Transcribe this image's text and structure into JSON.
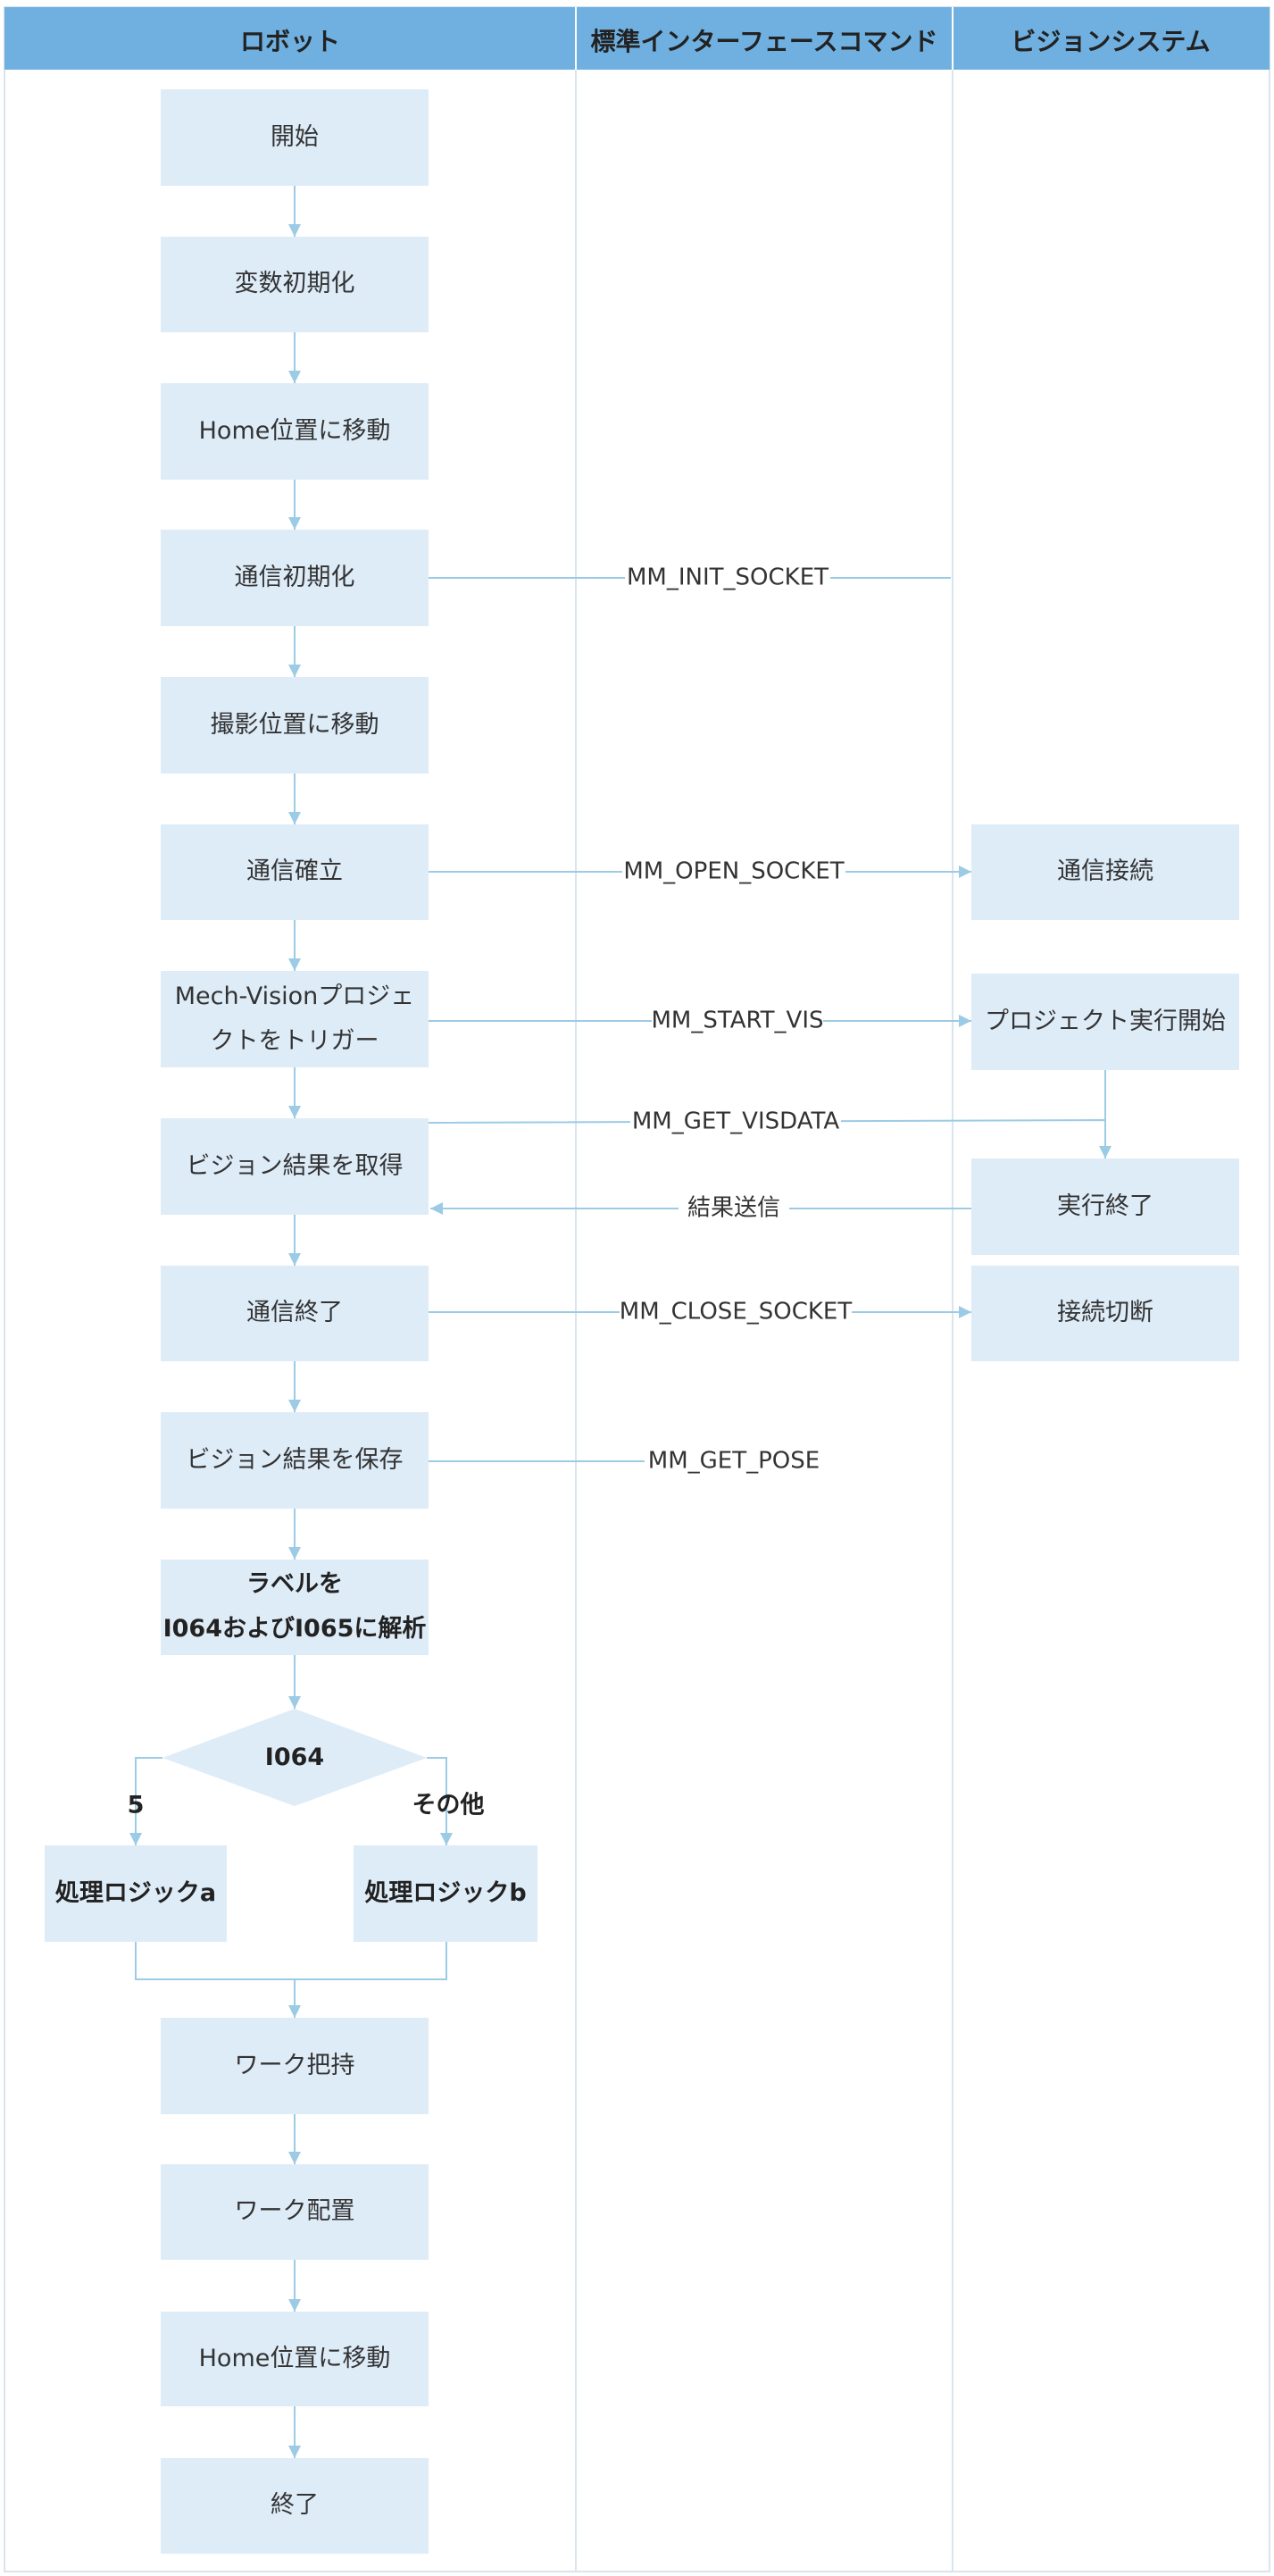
{
  "colors": {
    "header_bg": "#6fb0e0",
    "node_bg": "#deecf8",
    "line": "#9ccbe6",
    "lane_border": "#d9e4ee"
  },
  "lanes": [
    "ロボット",
    "標準インターフェースコマンド",
    "ビジョンシステム"
  ],
  "nodes": {
    "start": [
      "開始"
    ],
    "init_vars": [
      "変数初期化"
    ],
    "move_home_1": [
      "Home位置に移動"
    ],
    "init_comm": [
      "通信初期化"
    ],
    "move_capture": [
      "撮影位置に移動"
    ],
    "establish_comm": [
      "通信確立"
    ],
    "trigger_project": [
      "Mech-Visionプロジェ",
      "クトをトリガー"
    ],
    "get_vision_result": [
      "ビジョン結果を取得"
    ],
    "end_comm": [
      "通信終了"
    ],
    "save_vision_result": [
      "ビジョン結果を保存"
    ],
    "parse_label": [
      "ラベルを",
      "I064およびI065に解析"
    ],
    "decision_i064": [
      "I064"
    ],
    "logic_a": [
      "処理ロジックa"
    ],
    "logic_b": [
      "処理ロジックb"
    ],
    "grip_work": [
      "ワーク把持"
    ],
    "place_work": [
      "ワーク配置"
    ],
    "move_home_2": [
      "Home位置に移動"
    ],
    "end": [
      "終了"
    ],
    "vis_connect": [
      "通信接続"
    ],
    "vis_start_project": [
      "プロジェクト実行開始"
    ],
    "vis_done": [
      "実行終了"
    ],
    "vis_disconnect": [
      "接続切断"
    ]
  },
  "edge_labels": {
    "init_socket": "MM_INIT_SOCKET",
    "open_socket": "MM_OPEN_SOCKET",
    "start_vis": "MM_START_VIS",
    "get_visdata": "MM_GET_VISDATA",
    "send_result": "結果送信",
    "close_socket": "MM_CLOSE_SOCKET",
    "get_pose": "MM_GET_POSE"
  },
  "branch_labels": {
    "five": "5",
    "other": "その他"
  }
}
